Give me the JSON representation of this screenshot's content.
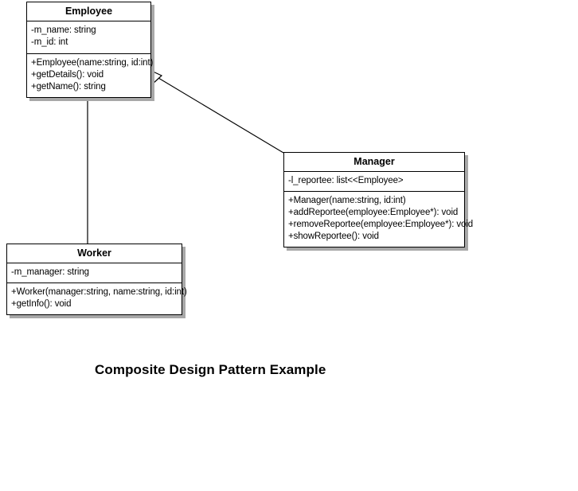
{
  "diagram": {
    "caption": "Composite Design Pattern Example",
    "colors": {
      "stroke": "#000000",
      "background": "#ffffff",
      "shadow": "#a8a8a8"
    },
    "classes": [
      {
        "id": "employee",
        "name": "Employee",
        "attributes": [
          "-m_name: string",
          "-m_id: int"
        ],
        "methods": [
          "+Employee(name:string, id:int)",
          "+getDetails(): void",
          "+getName(): string"
        ]
      },
      {
        "id": "manager",
        "name": "Manager",
        "attributes": [
          "-l_reportee: list<<Employee>"
        ],
        "methods": [
          "+Manager(name:string, id:int)",
          "+addReportee(employee:Employee*): void",
          "+removeReportee(employee:Employee*): void",
          "+showReportee(): void"
        ]
      },
      {
        "id": "worker",
        "name": "Worker",
        "attributes": [
          "-m_manager: string"
        ],
        "methods": [
          "+Worker(manager:string, name:string, id:int)",
          "+getInfo(): void"
        ]
      }
    ],
    "relationships": [
      {
        "id": "worker-inherits-employee",
        "type": "generalization",
        "from": "worker",
        "to": "employee",
        "arrow": "hollow-triangle"
      },
      {
        "id": "manager-inherits-employee",
        "type": "generalization",
        "from": "manager",
        "to": "employee",
        "arrow": "hollow-triangle"
      }
    ]
  }
}
